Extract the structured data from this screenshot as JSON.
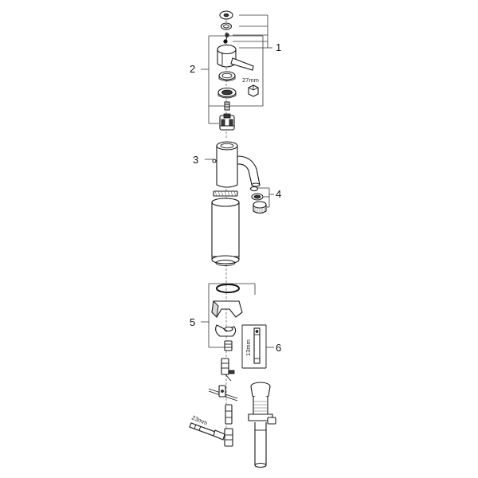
{
  "callouts": [
    {
      "id": "1",
      "label": "1"
    },
    {
      "id": "2",
      "label": "2"
    },
    {
      "id": "3",
      "label": "3"
    },
    {
      "id": "4",
      "label": "4"
    },
    {
      "id": "5",
      "label": "5"
    },
    {
      "id": "6",
      "label": "6"
    }
  ],
  "dimensions": {
    "nut_wrench": "27mm",
    "rod_wrench": "13mm",
    "hose_wrench": "23mm"
  }
}
